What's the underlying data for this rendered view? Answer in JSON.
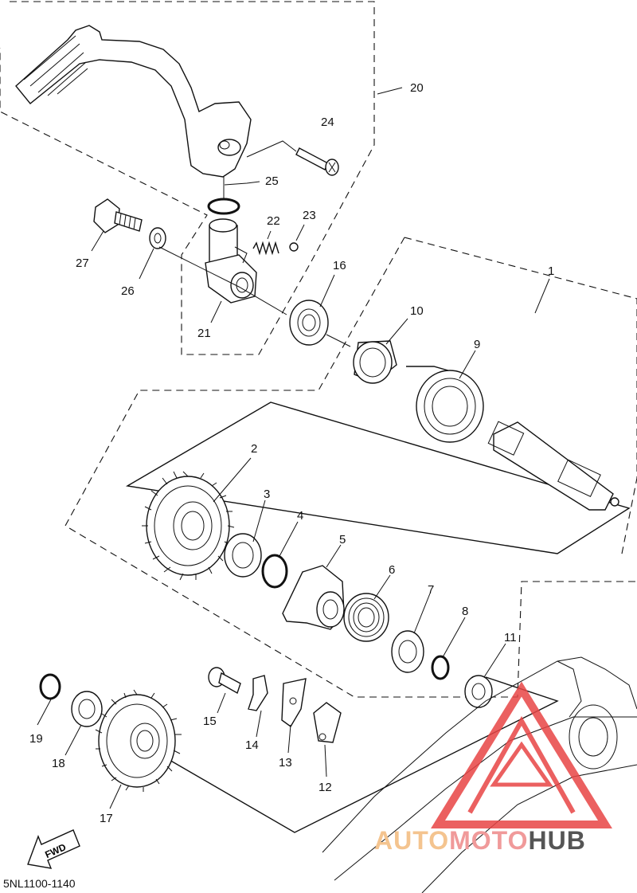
{
  "colors": {
    "line": "#111111",
    "watermark_red": "#e84545",
    "watermark_orange": "#f4c48f",
    "watermark_dark": "#555555"
  },
  "watermark": {
    "part1": "AUTO",
    "part2": "MOTO",
    "part3": "HUB"
  },
  "fwd_label": "FWD",
  "catalog_code": "5NL1100-1140",
  "parts": [
    {
      "num": "1"
    },
    {
      "num": "2"
    },
    {
      "num": "3"
    },
    {
      "num": "4"
    },
    {
      "num": "5"
    },
    {
      "num": "6"
    },
    {
      "num": "7"
    },
    {
      "num": "8"
    },
    {
      "num": "9"
    },
    {
      "num": "10"
    },
    {
      "num": "11"
    },
    {
      "num": "12"
    },
    {
      "num": "13"
    },
    {
      "num": "14"
    },
    {
      "num": "15"
    },
    {
      "num": "16"
    },
    {
      "num": "17"
    },
    {
      "num": "18"
    },
    {
      "num": "19"
    },
    {
      "num": "20"
    },
    {
      "num": "21"
    },
    {
      "num": "22"
    },
    {
      "num": "23"
    },
    {
      "num": "24"
    },
    {
      "num": "25"
    },
    {
      "num": "26"
    },
    {
      "num": "27"
    }
  ]
}
